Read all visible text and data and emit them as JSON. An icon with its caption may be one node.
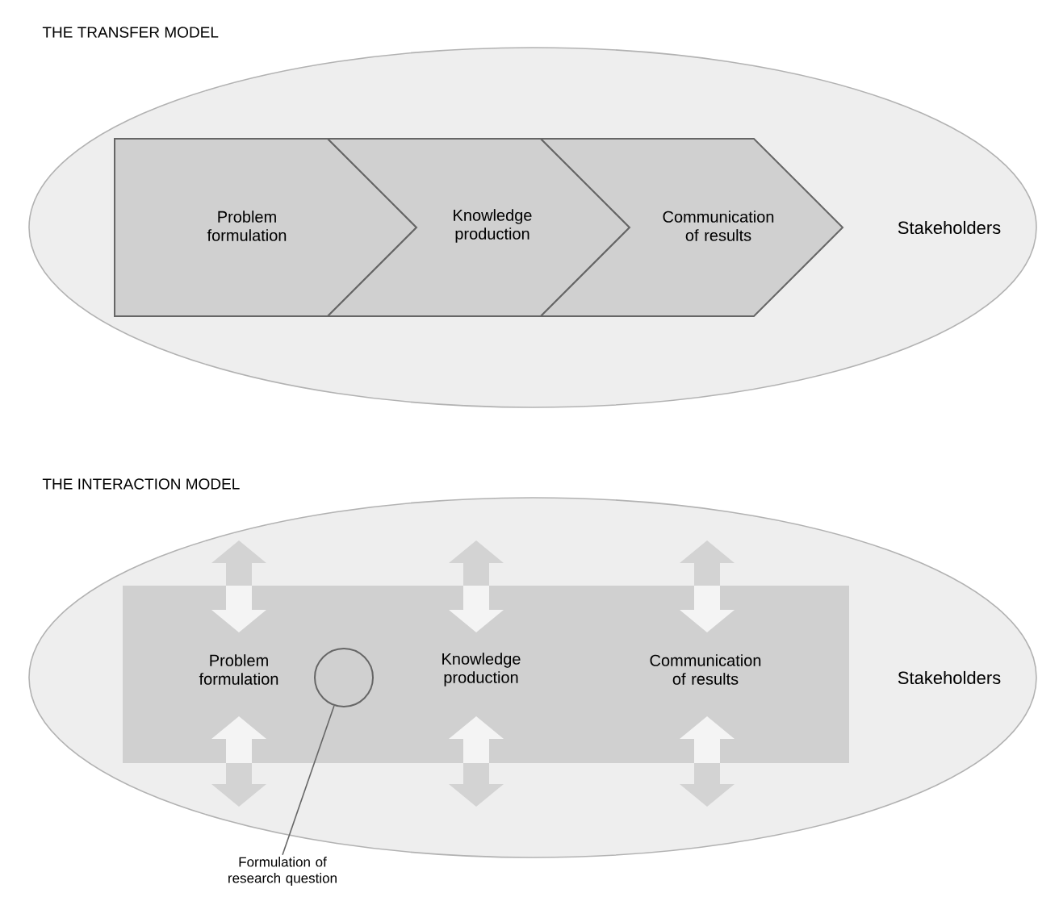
{
  "diagram": {
    "nodes": [
      {
        "text": [
          "Stakeholders"
        ]
      },
      {
        "text": [
          "Problem formulation"
        ],
        "in": 0
      },
      {
        "text": [
          "Knowledge production"
        ],
        "in": 0
      },
      {
        "text": [
          "Communication of results"
        ],
        "in": 0
      },
      {
        "text": [
          "Stakeholders"
        ]
      },
      {
        "text": [],
        "shape": "box",
        "in": 4
      },
      {
        "text": [
          "Problem formulation"
        ],
        "in": 5
      },
      {
        "text": [
          "Knowledge production"
        ],
        "in": 5
      },
      {
        "text": [
          "Communication of results"
        ],
        "in": 5
      },
      {
        "text": [],
        "shape": "circle",
        "in": 5
      },
      {
        "text": [
          "Formulation of research question"
        ]
      }
    ],
    "edges": [
      {
        "from": 10,
        "to": 9,
        "arrow": "none"
      }
    ],
    "labels": [
      "THE TRANSFER MODEL",
      "THE INTERACTION MODEL"
    ]
  }
}
